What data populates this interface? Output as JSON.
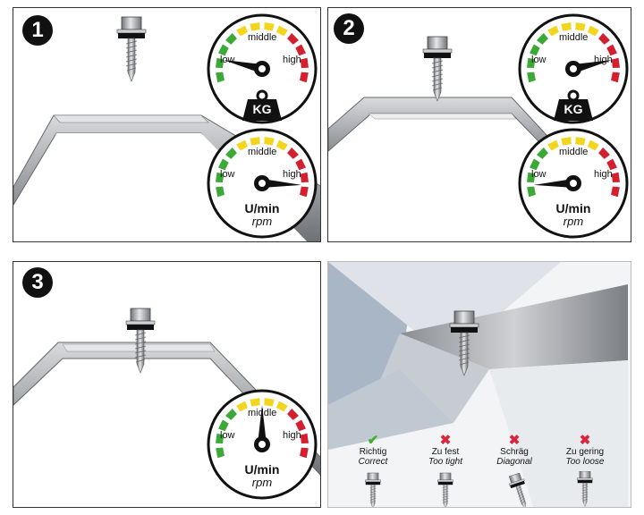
{
  "steps": [
    {
      "number": "1",
      "gauge_top": {
        "middle": "middle",
        "low": "low",
        "high": "high",
        "weight": "KG"
      },
      "gauge_bottom": {
        "middle": "middle",
        "low": "low",
        "high": "high",
        "unit": "U/min",
        "unit_alt": "rpm"
      }
    },
    {
      "number": "2",
      "gauge_top": {
        "middle": "middle",
        "low": "low",
        "high": "high",
        "weight": "KG"
      },
      "gauge_bottom": {
        "middle": "middle",
        "low": "low",
        "high": "high",
        "unit": "U/min",
        "unit_alt": "rpm"
      }
    },
    {
      "number": "3",
      "gauge_bottom": {
        "middle": "middle",
        "low": "low",
        "high": "high",
        "unit": "U/min",
        "unit_alt": "rpm"
      }
    }
  ],
  "legend": [
    {
      "de": "Richtig",
      "en": "Correct",
      "status": "correct",
      "mark_icon": "check-icon",
      "color": "#3fae2a"
    },
    {
      "de": "Zu fest",
      "en": "Too tight",
      "status": "wrong",
      "mark_icon": "cross-icon",
      "color": "#d7263d"
    },
    {
      "de": "Schräg",
      "en": "Diagonal",
      "status": "wrong",
      "mark_icon": "cross-icon",
      "color": "#d7263d"
    },
    {
      "de": "Zu gering",
      "en": "Too loose",
      "status": "wrong",
      "mark_icon": "cross-icon",
      "color": "#d7263d"
    }
  ],
  "colors": {
    "green": "#3aa935",
    "yellow": "#f2d51c",
    "red": "#d31f2e"
  }
}
